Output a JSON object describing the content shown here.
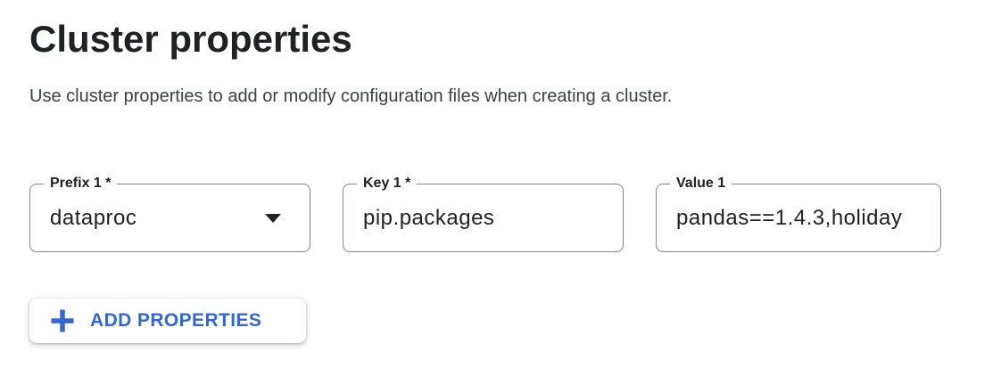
{
  "page": {
    "title": "Cluster properties",
    "description": "Use cluster properties to add or modify configuration files when creating a cluster."
  },
  "property_row": {
    "index": 1,
    "prefix": {
      "label": "Prefix 1 *",
      "value": "dataproc"
    },
    "key": {
      "label": "Key 1 *",
      "value": "pip.packages"
    },
    "value": {
      "label": "Value 1",
      "value": "pandas==1.4.3,holiday"
    }
  },
  "actions": {
    "add_properties_label": "ADD PROPERTIES"
  },
  "icons": {
    "plus_icon": "plus",
    "dropdown_arrow_icon": "caret-down"
  },
  "colors": {
    "accent_blue": "#3367d6",
    "text_primary": "#202124",
    "text_secondary": "#3c4043",
    "field_border": "#80868b",
    "background": "#ffffff"
  }
}
